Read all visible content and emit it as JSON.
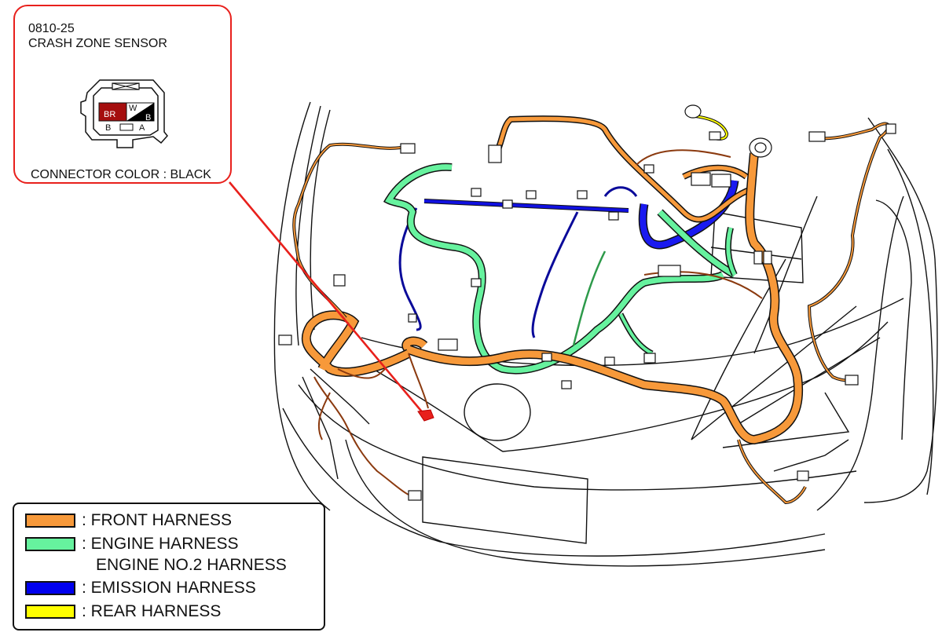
{
  "callout": {
    "code": "0810-25",
    "component_name": "CRASH ZONE SENSOR",
    "connector_color_label": "CONNECTOR COLOR : BLACK",
    "border_color": "#e8201c",
    "connector": {
      "pins": [
        {
          "terminal": "B",
          "wire_color_code": "BR",
          "fill": "#a50e0e"
        },
        {
          "terminal": "A",
          "wire_color_code": "W/B",
          "fill_top": "#ffffff",
          "fill_bottom": "#000000",
          "top_label": "W",
          "bottom_label": "B"
        }
      ]
    }
  },
  "legend": {
    "items": [
      {
        "label": ": FRONT HARNESS",
        "color": "#f7993a"
      },
      {
        "label": ": ENGINE HARNESS",
        "sublabel": "ENGINE NO.2 HARNESS",
        "color": "#66f29e"
      },
      {
        "label": ": EMISSION HARNESS",
        "color": "#0000ee"
      },
      {
        "label": ": REAR HARNESS",
        "color": "#ffff00"
      }
    ]
  },
  "diagram": {
    "subject": "vehicle front engine compartment wiring harness layout",
    "highlight_marker_color": "#e8201c",
    "other_wire_color": "#8b3a0f"
  }
}
